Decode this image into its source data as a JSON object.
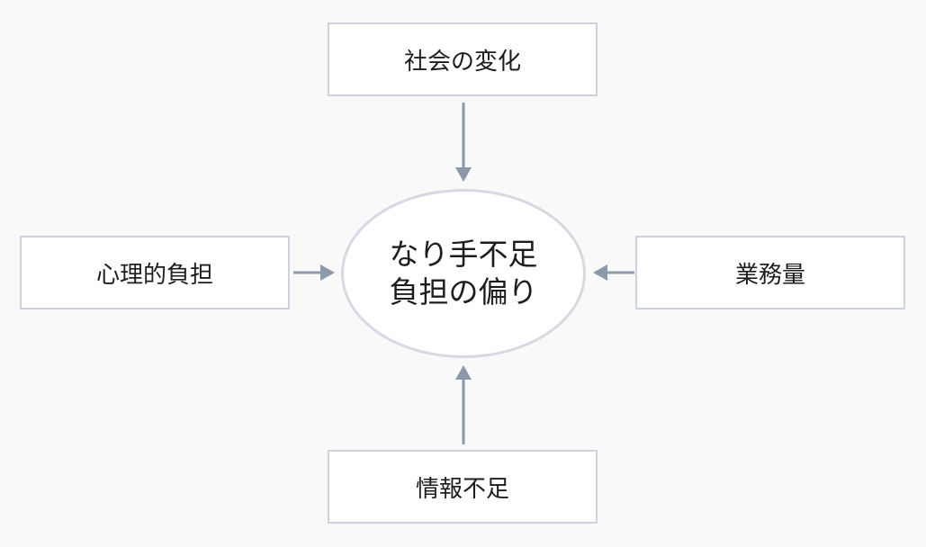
{
  "center": {
    "line1": "なり手不足",
    "line2": "負担の偏り"
  },
  "factors": {
    "top": "社会の変化",
    "left": "心理的負担",
    "right": "業務量",
    "bottom": "情報不足"
  },
  "colors": {
    "background": "#f9f9fa",
    "box_border": "#cdd3de",
    "ellipse_border": "#d4d9e2",
    "arrow": "#8c99ab",
    "text": "#1d1d1f"
  }
}
